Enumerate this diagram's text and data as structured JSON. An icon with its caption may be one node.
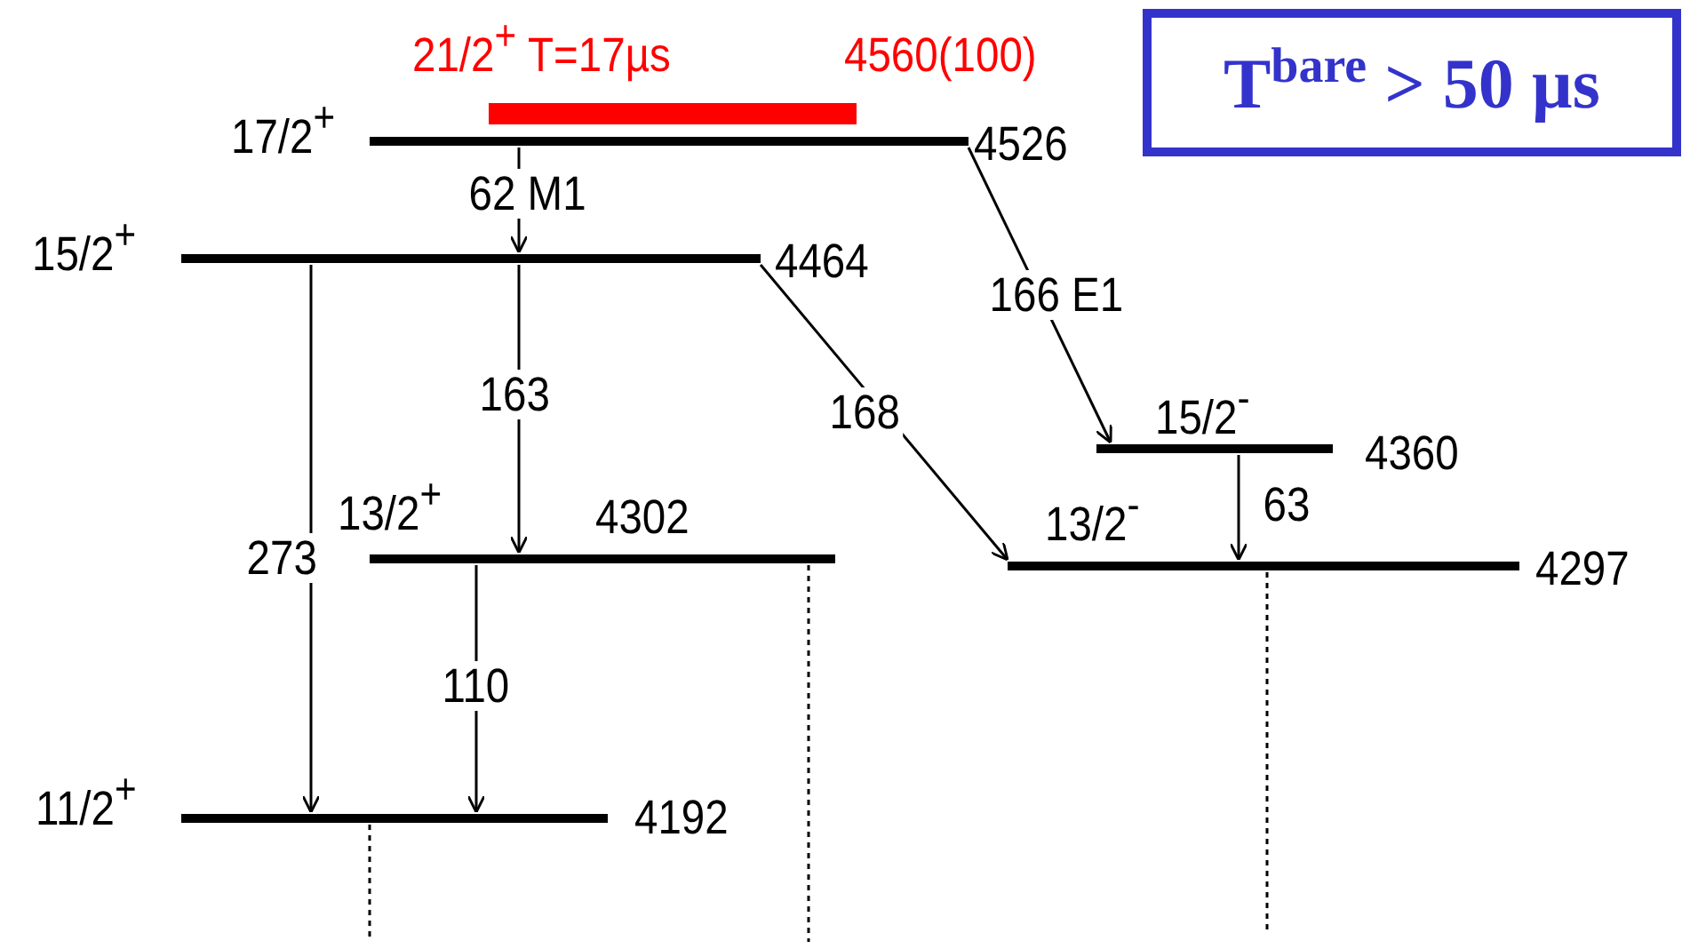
{
  "diagram": {
    "nodes": [
      {
        "text": [
          "21/2$^{+}$",
          "T=17µs",
          "4560(100)"
        ]
      },
      {
        "text": [
          "T$^{bare}$ > 50 µs"
        ]
      },
      {
        "text": [
          "17/2$^{+}$",
          "4526"
        ]
      },
      {
        "text": [
          "15/2$^{+}$",
          "4464"
        ]
      },
      {
        "text": [
          "15/2$^{-}$",
          "4360"
        ]
      },
      {
        "text": [
          "13/2$^{+}$",
          "4302"
        ]
      },
      {
        "text": [
          "13/2$^{-}$",
          "4297"
        ]
      },
      {
        "text": [
          "11/2$^{+}$",
          "4192"
        ]
      }
    ],
    "edges": [
      {
        "from": 2,
        "to": 3,
        "arrow": "to",
        "label": "62 M1"
      },
      {
        "from": 2,
        "to": 4,
        "arrow": "to",
        "label": "166 E1"
      },
      {
        "from": 3,
        "to": 5,
        "arrow": "to",
        "label": "163"
      },
      {
        "from": 3,
        "to": 6,
        "arrow": "to",
        "label": "168"
      },
      {
        "from": 3,
        "to": 7,
        "arrow": "to",
        "label": "273"
      },
      {
        "from": 4,
        "to": 6,
        "arrow": "to",
        "label": "63"
      },
      {
        "from": 5,
        "to": 7,
        "arrow": "to",
        "label": "110"
      },
      {
        "from": 7,
        "to": null,
        "arrow": "none",
        "style": "dashed"
      },
      {
        "from": 5,
        "to": null,
        "arrow": "none",
        "style": "dashed"
      },
      {
        "from": 6,
        "to": null,
        "arrow": "none",
        "style": "dashed"
      }
    ]
  }
}
